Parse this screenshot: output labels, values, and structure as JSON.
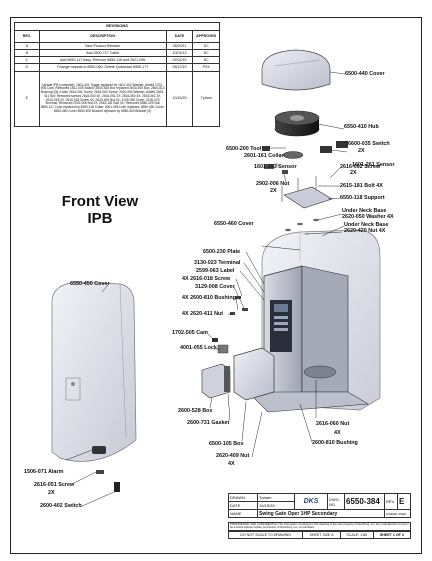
{
  "revisions": {
    "title": "REVISIONS",
    "headers": [
      "REV.",
      "DESCRIPTION",
      "DATE",
      "APPROVED"
    ],
    "rows": [
      {
        "rev": "A",
        "description": "New Product Release",
        "date": "05/03/11",
        "approved": "DC"
      },
      {
        "rev": "B",
        "description": "Add 2600-717 Cable",
        "date": "10/01/13",
        "approved": "DC"
      },
      {
        "rev": "C",
        "description": "Add 6550-117 Assy; Remove 6550-116 and 2621-096",
        "date": "02/02/15",
        "approved": "DC"
      },
      {
        "rev": "D",
        "description": "Change manual to 6550-060; Delete Quickstart 6550-1??",
        "date": "05/12/19",
        "approved": "PXX"
      },
      {
        "rev": "E",
        "description": "Update IPB (complete): 1601-401 Toggle replaced by 1601-402 Washer; Added 1702-505 Cam; Removed 1812-005 Switch; 2600-528 Box replaced 2600-305 Box; 2600-810 Bushing Qty 4 Add; 2616-051 Screw; 2616-062 Screw; 2620-050 Washer; Added 2620-411 Nut; Removed screws 2616-000 4X, 2616-051 2X, 2616-060 4X, 2616-061 2X, 2616-018 4X, 2616-018 Screw 4X, 2620-409 Nut 4X; 3129-008 Cover; 3130-023 Terminal; Removed 2902-006 Nut 2X; 2615-181 Bolt 4X; Removed 6550-423 Nut; 6550-117 Color replaced by 6550-118 Collar; 4001-055 Lock replaced; 6550-450 Cover; 6550-460 Cover 6550-500 Bracket replaced by 6550-500 Bracket (X)",
        "date": "10/15/20",
        "approved": "Tpham"
      }
    ]
  },
  "view_title": {
    "line1": "Front View",
    "line2": "IPB"
  },
  "labels": {
    "l6500_440": "6500-440 Cover",
    "l6550_410": "6550-410 Hub",
    "l6600_035": "6600-035 Switch",
    "l6600_035q": "2X",
    "l1601_261": "1601-261 Sensor",
    "l6500_200": "6500-200 Tool",
    "l2601_161": "2601-161 Collar",
    "l1601_263": "1601-263 Sensor",
    "l2616_062": "2616-062 Screw",
    "l2616_062q": "2X",
    "l2902_006": "2902-006 Nut",
    "l2902_006q": "2X",
    "l2615_181": "2615-181 Bolt 4X",
    "l6550_118": "6550-118 Support",
    "l_neck1": "Under Neck Base",
    "l2620_050": "2620-050 Washer 4X",
    "l_neck2": "Under Neck Base",
    "l2620_420": "2620-420 Nut 4X",
    "l6550_460": "6550-460 Cover",
    "l6500_230": "6500-230 Plate",
    "l3130_023": "3130-023 Terminal",
    "l2599_063": "2599-063 Label",
    "l2616_018": "4X 2616-018 Screw",
    "l3129_008": "3129-008 Cover",
    "l2600_810a": "4X 2600-810 Bushing",
    "l2620_411": "4X 2620-411 Nut",
    "l6550_450": "6550-450 Cover",
    "l1702_505": "1702-505 Cam",
    "l4001_055": "4001-055 Lock",
    "l2600_528": "2600-528 Box",
    "l2600_731": "2600-731 Gasket",
    "l6500_105": "6500-105 Box",
    "l2620_409": "2620-409 Nut",
    "l2620_409q": "4X",
    "l2616_060": "2616-060 Nut",
    "l2616_060q": "4X",
    "l2600_810b": "2600-810 Bushing",
    "l1506_071": "1506-071 Alarm",
    "l2616_051": "2616-051 Screw",
    "l2616_051q": "2X",
    "l2600_402": "2600-402 Switch"
  },
  "title_block": {
    "drawn_label": "DRAWN",
    "drawn_value": "Tpham",
    "date_label": "DATE",
    "date_value": "10/15/20",
    "logo": "DKS",
    "dwg_label": "DWG. NO.",
    "dwg_no": "6550-384",
    "rev_label": "REV.",
    "rev_value": "E",
    "name_label": "NAME",
    "name_value": "Swing Gate Oper 1HP Secondary",
    "where_used": "WHERE USED",
    "proprietary": "PROPRIETARY AND CONFIDENTIAL The information contained in this drawing is the sole property of DoorKing, Inc. Any reproduction in part or as a whole without written permission of DoorKing, Inc. is prohibited.",
    "do_not_scale": "DO NOT SCALE TO DRAWING",
    "sheet_size": "SHEET SIZE A",
    "scale": "SCALE: 1:80",
    "sheet": "SHEET 1 OF 3"
  }
}
